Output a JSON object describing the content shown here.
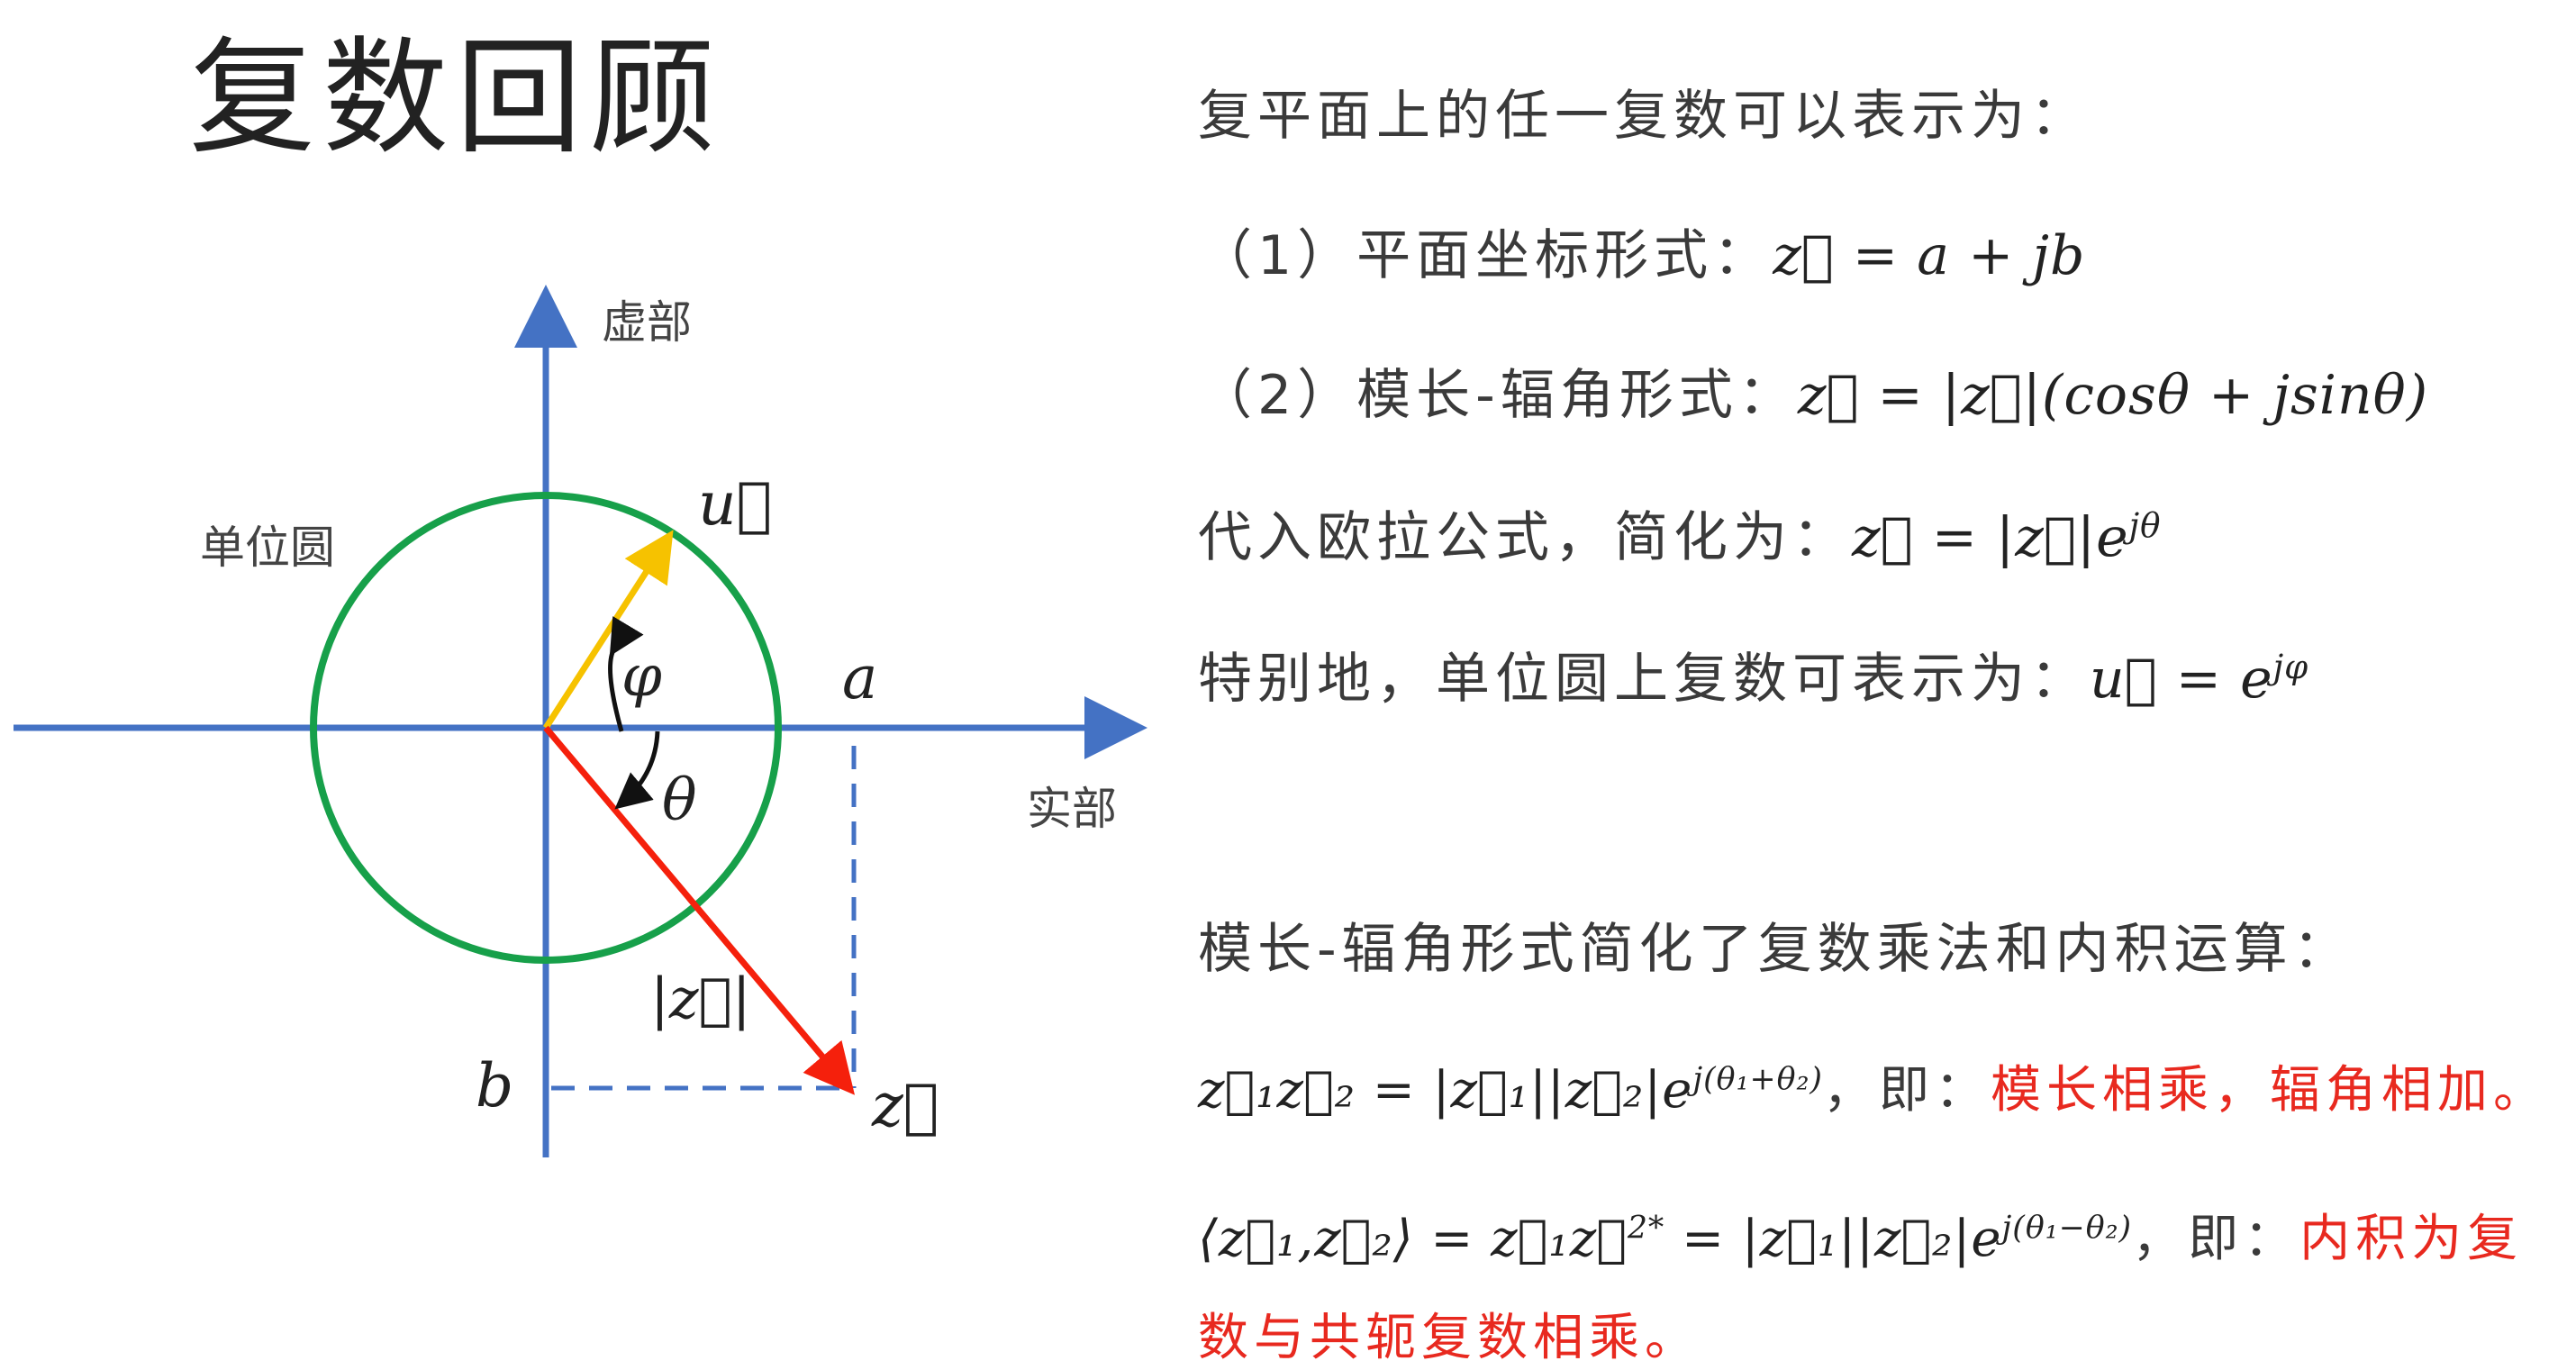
{
  "title": "复数回顾",
  "diagram": {
    "imag_axis_label": "虚部",
    "real_axis_label": "实部",
    "unit_circle_label": "单位圆",
    "u_label": "u⃗",
    "z_label": "z⃗",
    "a_label": "a",
    "b_label": "b",
    "phi_label": "φ",
    "theta_label": "θ",
    "mod_z_label": "|z⃗|",
    "colors": {
      "axis": "#4472c4",
      "circle": "#17a04a",
      "u_vector": "#f6c200",
      "z_vector": "#f5200c",
      "projection": "#4472c4"
    }
  },
  "text": {
    "line1": "复平面上的任一复数可以表示为：",
    "line2_prefix": "（1）平面坐标形式：",
    "line2_math": "z⃗ = a + jb",
    "line3_prefix": "（2）模长-辐角形式：",
    "line3_math": "z⃗ = |z⃗|(cosθ + jsinθ)",
    "line4_prefix": "代入欧拉公式，简化为：",
    "line4_math": "z⃗ = |z⃗|e",
    "line4_sup": "jθ",
    "line5_prefix": "特别地，单位圆上复数可表示为：",
    "line5_math": "u⃗ = e",
    "line5_sup": "jφ",
    "line6": "模长-辐角形式简化了复数乘法和内积运算：",
    "line7_math": "z⃗₁z⃗₂ = |z⃗₁||z⃗₂|e",
    "line7_sup": "j(θ₁+θ₂)",
    "line7_mid": "，即：",
    "line7_red": "模长相乘，辐角相加。",
    "line8_math": "⟨z⃗₁,z⃗₂⟩ = z⃗₁z⃗",
    "line8_sup1": "2*",
    "line8_math2": " = |z⃗₁||z⃗₂|e",
    "line8_sup2": "j(θ₁−θ₂)",
    "line8_mid": "，即：",
    "line8_red": "内积为复",
    "line9_red": "数与共轭复数相乘。"
  }
}
